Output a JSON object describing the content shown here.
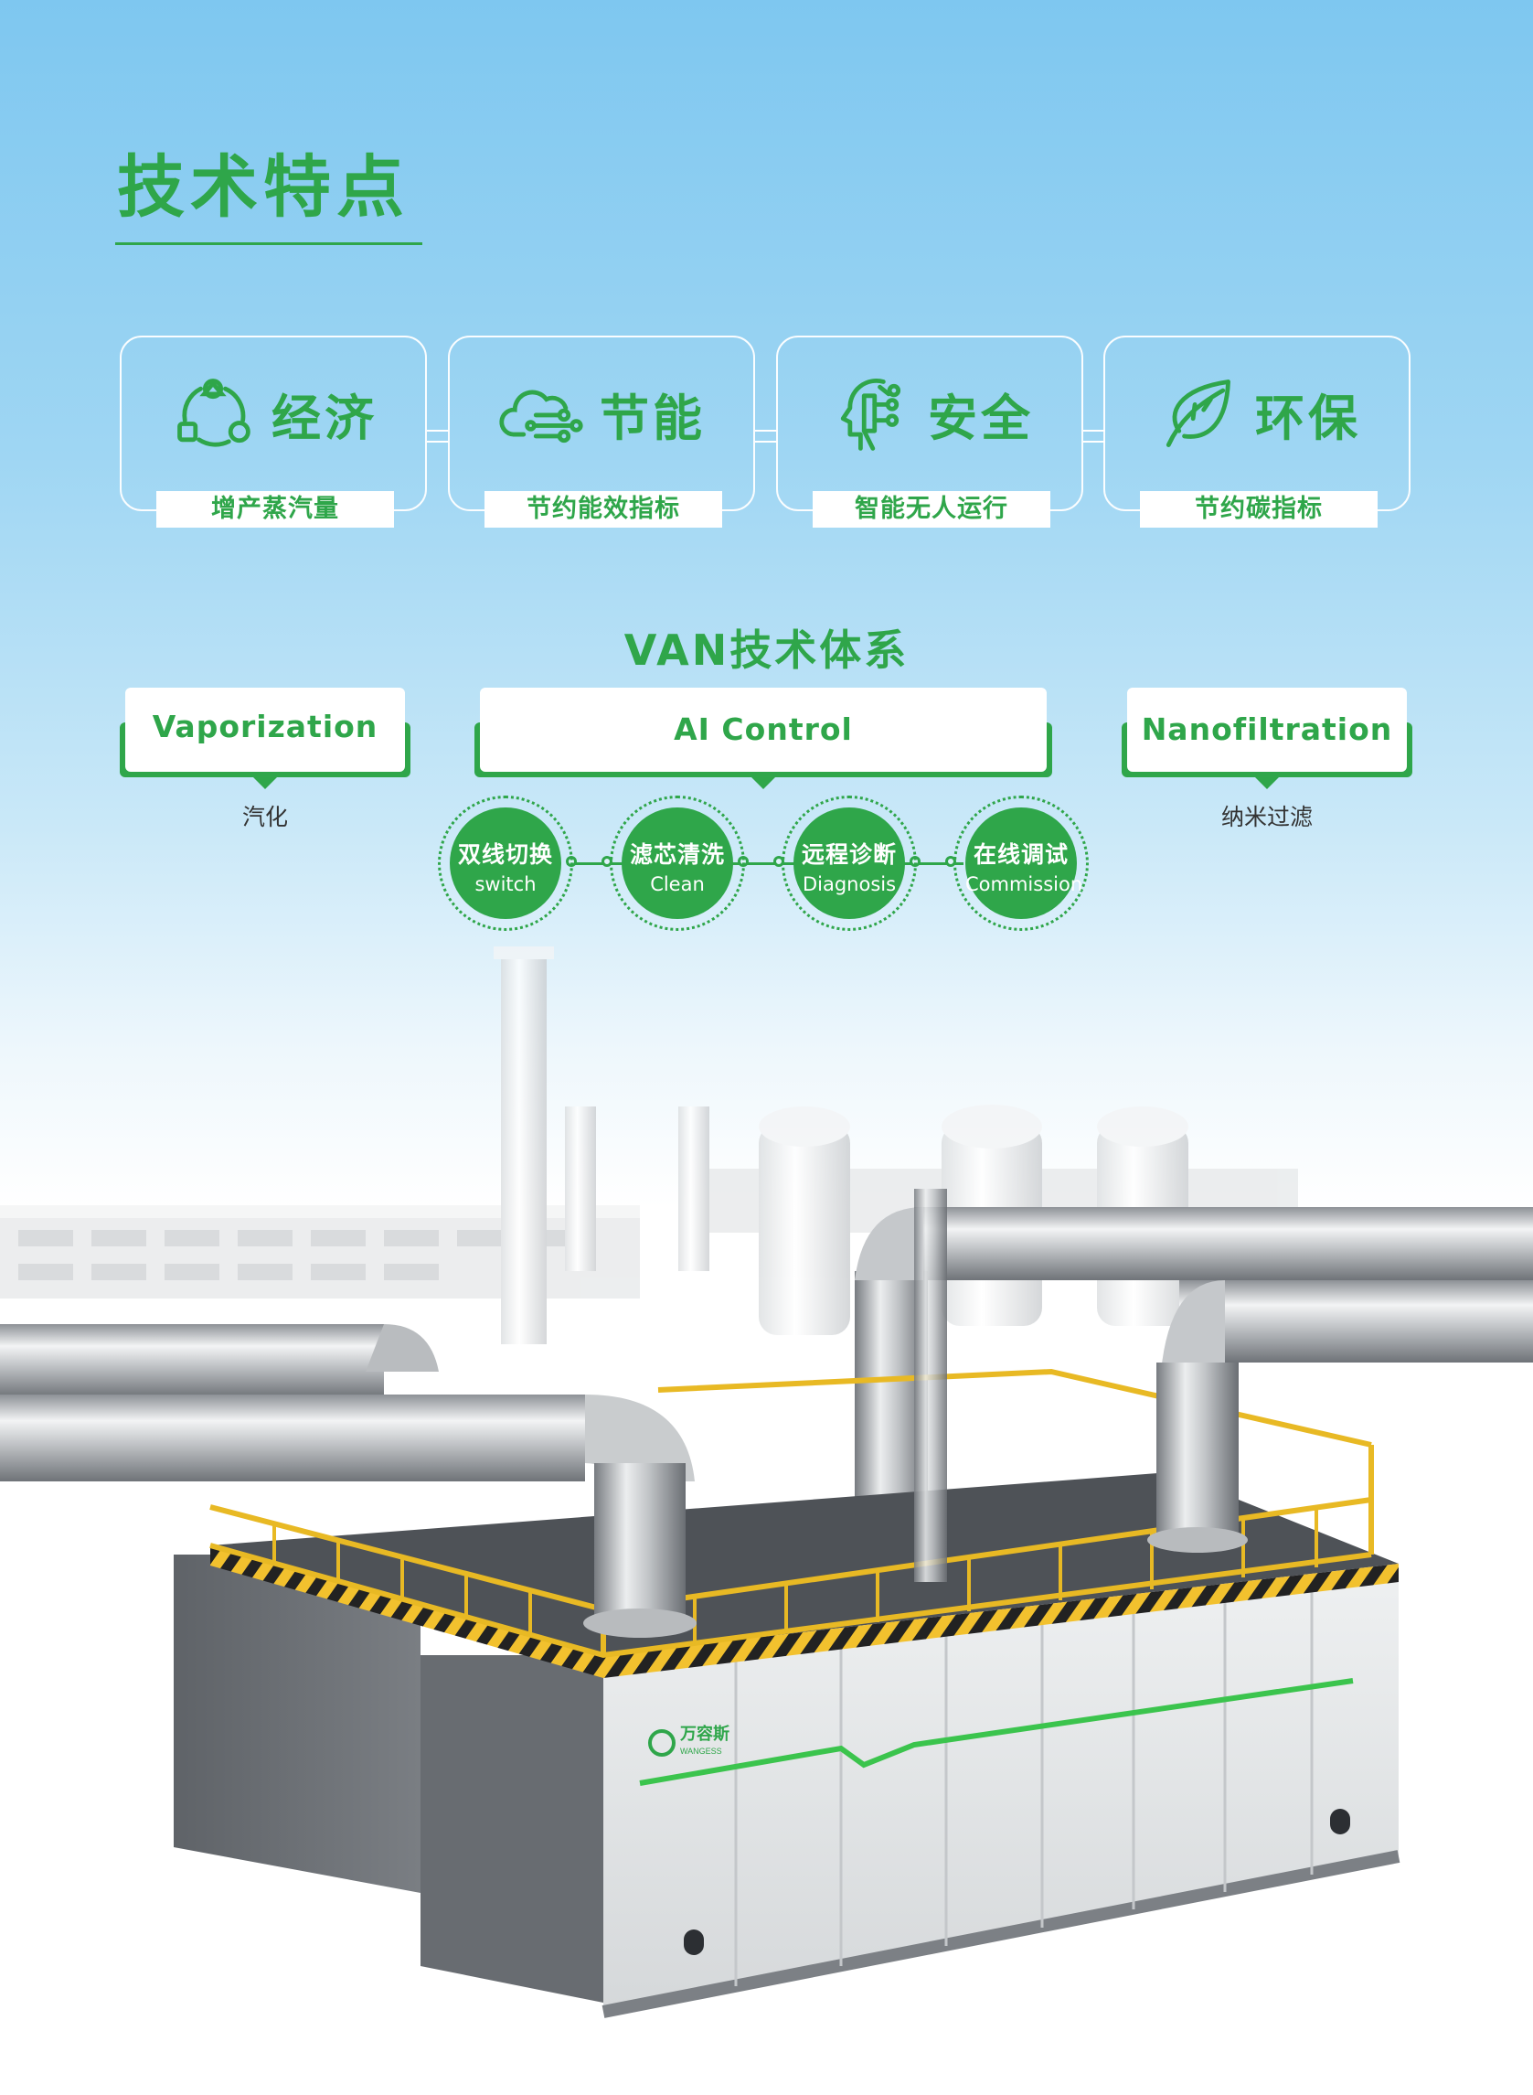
{
  "page": {
    "title": "技术特点"
  },
  "features": [
    {
      "name": "经济",
      "subtitle": "增产蒸汽量",
      "icon": "cycle-nodes-icon"
    },
    {
      "name": "节能",
      "subtitle": "节约能效指标",
      "icon": "cloud-circuit-icon"
    },
    {
      "name": "安全",
      "subtitle": "智能无人运行",
      "icon": "ai-head-icon"
    },
    {
      "name": "环保",
      "subtitle": "节约碳指标",
      "icon": "leaf-icon"
    }
  ],
  "van": {
    "title": "VAN技术体系",
    "boxes": [
      {
        "label": "Vaporization",
        "caption": "汽化"
      },
      {
        "label": "AI Control",
        "caption": ""
      },
      {
        "label": "Nanofiltration",
        "caption": "纳米过滤"
      }
    ],
    "steps": [
      {
        "cn": "双线切换",
        "en": "switch"
      },
      {
        "cn": "滤芯清洗",
        "en": "Clean"
      },
      {
        "cn": "远程诊断",
        "en": "Diagnosis"
      },
      {
        "cn": "在线调试",
        "en": "Commission"
      }
    ]
  },
  "product": {
    "brand_cn": "万容斯",
    "brand_en": "WANGESS"
  },
  "colors": {
    "brand_green": "#2fa64a",
    "sky_blue": "#7ec7f0",
    "hazard_yellow": "#f2c12e"
  }
}
